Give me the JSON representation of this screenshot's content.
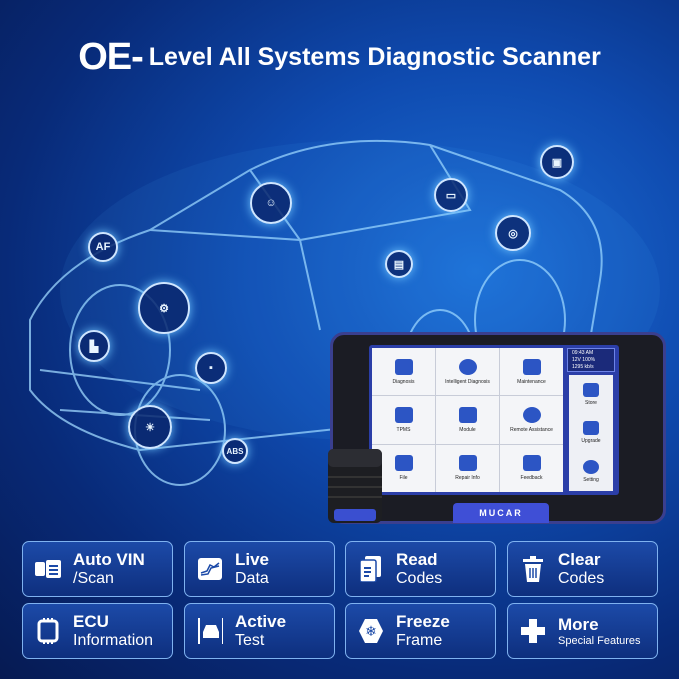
{
  "title": {
    "prefix": "OE-",
    "text": "Level All Systems Diagnostic Scanner"
  },
  "car_badges": [
    "AF",
    "ABS"
  ],
  "device": {
    "brand": "MUCAR",
    "status": {
      "time": "09:43 AM",
      "battery": "12V 100%",
      "speed": "1295 kb/s"
    },
    "apps": [
      "Diagnosis",
      "Intelligent Diagnosis",
      "Maintenance",
      "TPMS",
      "Module",
      "Remote Assistance",
      "File",
      "Repair Info",
      "Feedback"
    ],
    "side": [
      "Store",
      "Upgrade",
      "Setting"
    ]
  },
  "features": [
    {
      "icon": "vin-scan-icon",
      "bold": "Auto VIN",
      "regular": "/Scan"
    },
    {
      "icon": "live-data-icon",
      "bold": "Live",
      "regular": "Data"
    },
    {
      "icon": "read-codes-icon",
      "bold": "Read",
      "regular": "Codes"
    },
    {
      "icon": "trash-icon",
      "bold": "Clear",
      "regular": "Codes"
    },
    {
      "icon": "chip-icon",
      "bold": "ECU",
      "regular": "Information"
    },
    {
      "icon": "car-lift-icon",
      "bold": "Active",
      "regular": "Test"
    },
    {
      "icon": "snowflake-icon",
      "bold": "Freeze",
      "regular": "Frame"
    },
    {
      "icon": "plus-icon",
      "bold": "More",
      "regular": "Special Features"
    }
  ],
  "colors": {
    "accent": "#3f4fd6",
    "background": "#0f4bb0",
    "card": "#1c4aa8"
  }
}
